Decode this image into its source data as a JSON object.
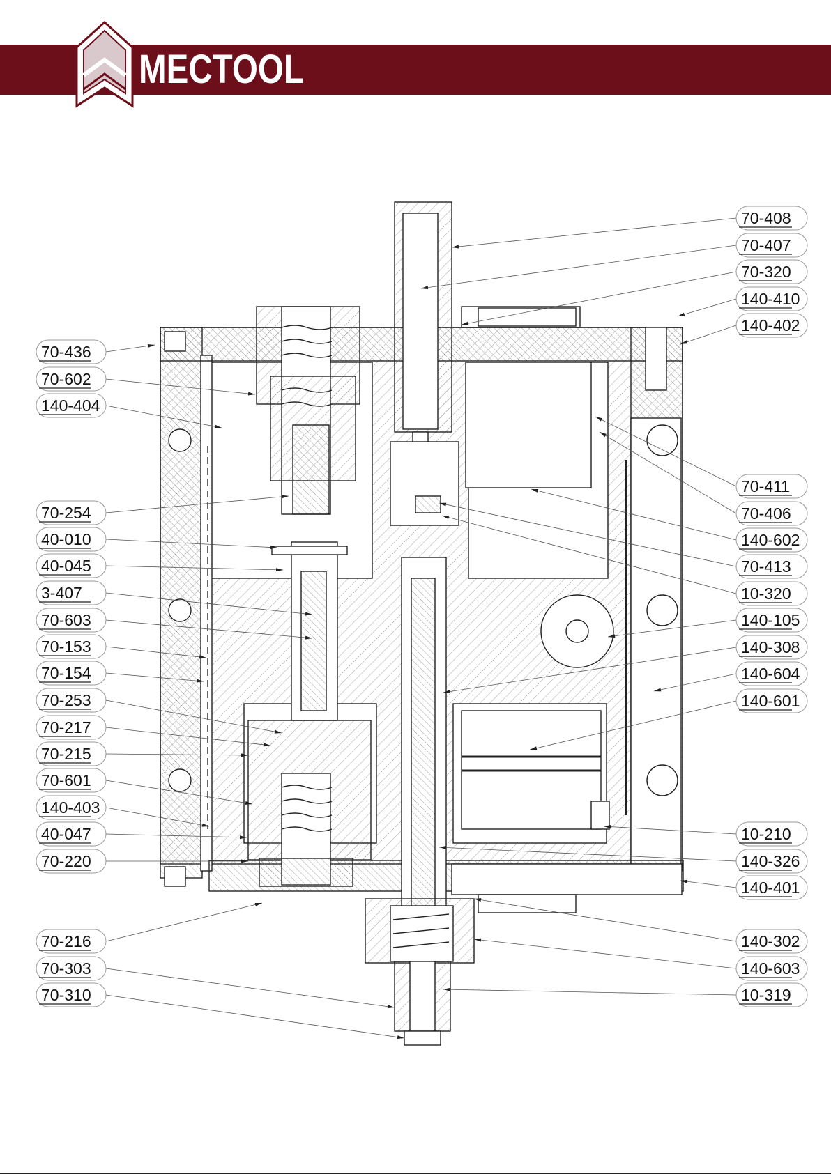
{
  "header": {
    "brand": "MECTOOL",
    "band_color": "#6c0f1a",
    "logo_icon": "chevron-shield-icon"
  },
  "drawing": {
    "title": "",
    "callouts_left": [
      "70-436",
      "70-602",
      "140-404",
      "70-254",
      "40-010",
      "40-045",
      "3-407",
      "70-603",
      "70-153",
      "70-154",
      "70-253",
      "70-217",
      "70-215",
      "70-601",
      "140-403",
      "40-047",
      "70-220",
      "70-216",
      "70-303",
      "70-310"
    ],
    "callouts_right": [
      "70-408",
      "70-407",
      "70-320",
      "140-410",
      "140-402",
      "70-411",
      "70-406",
      "140-602",
      "70-413",
      "10-320",
      "140-105",
      "140-308",
      "140-604",
      "140-601",
      "10-210",
      "140-326",
      "140-401",
      "140-302",
      "140-603",
      "10-319"
    ]
  }
}
